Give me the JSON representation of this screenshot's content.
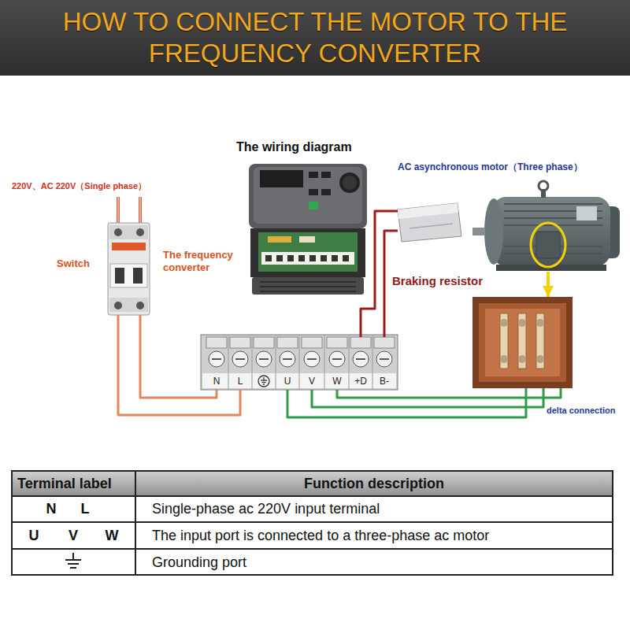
{
  "diagram": {
    "title": "HOW TO CONNECT THE MOTOR TO THE FREQUENCY CONVERTER",
    "nodes": [
      {
        "text": [
          "Switch"
        ]
      },
      {
        "text": [
          "The frequency converter"
        ]
      },
      {
        "text": [
          "Braking resistor"
        ]
      },
      {
        "text": [
          "AC asynchronous motor（Three phase）"
        ]
      },
      {
        "text": [
          "delta connection"
        ]
      },
      {
        "text": [
          "N"
        ]
      },
      {
        "text": [
          "L"
        ]
      },
      {
        "text": [
          "U"
        ]
      },
      {
        "text": [
          "V"
        ]
      },
      {
        "text": [
          "W"
        ]
      },
      {
        "text": [
          "+D"
        ]
      },
      {
        "text": [
          "B-"
        ]
      }
    ],
    "edges": [
      {
        "from": 0,
        "to": 5,
        "arrow": "none"
      },
      {
        "from": 0,
        "to": 6,
        "arrow": "none"
      },
      {
        "from": 7,
        "to": 4,
        "arrow": "none"
      },
      {
        "from": 8,
        "to": 4,
        "arrow": "none"
      },
      {
        "from": 9,
        "to": 4,
        "arrow": "none"
      },
      {
        "from": 10,
        "to": 2,
        "arrow": "none"
      },
      {
        "from": 11,
        "to": 2,
        "arrow": "none"
      },
      {
        "from": 3,
        "to": 4,
        "arrow": "to"
      }
    ],
    "labels": [
      "The wiring diagram",
      "220V、AC 220V（Single phase）",
      "Terminal label",
      "Function description",
      "N",
      "L",
      "Single-phase ac 220V input terminal",
      "U",
      "V",
      "W",
      "The input port is connected to a three-phase ac motor",
      "Grounding port"
    ]
  }
}
